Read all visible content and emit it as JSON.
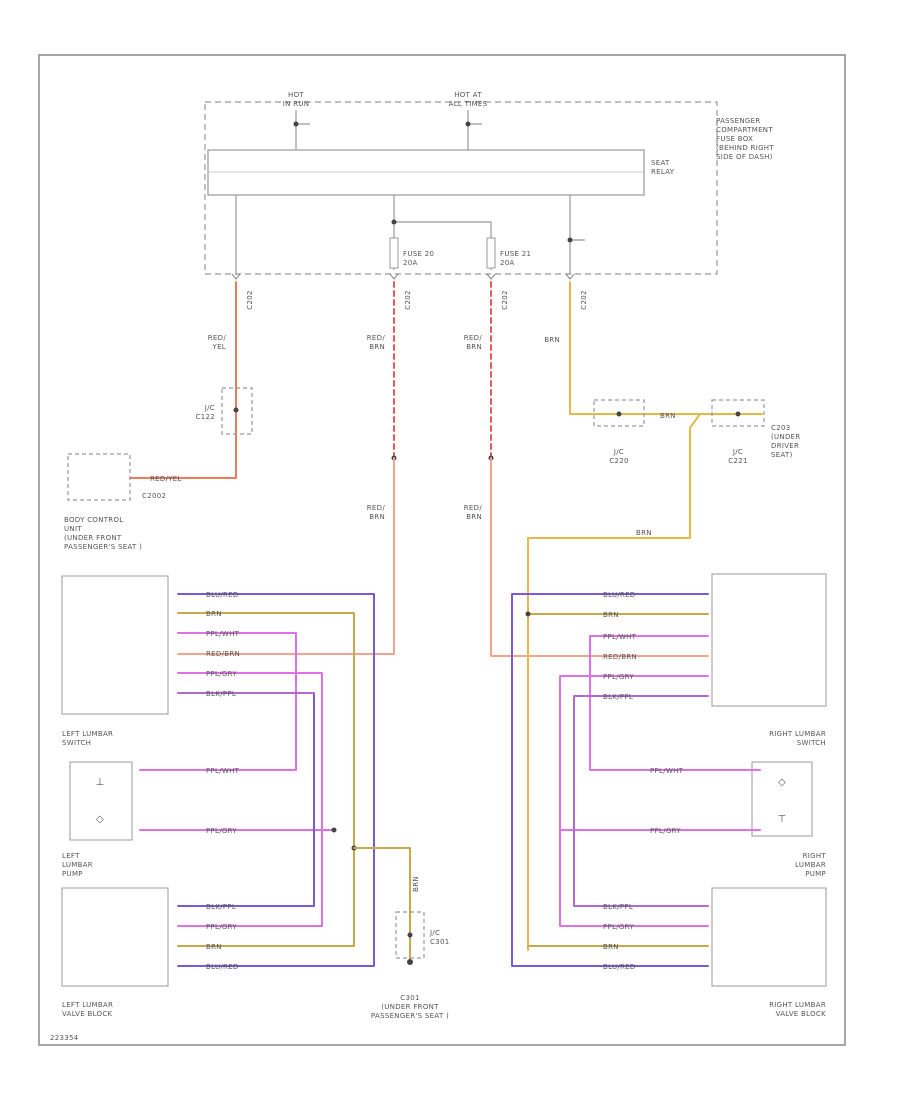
{
  "colors": {
    "red_yel": "#f07a5a",
    "red_brn": "#f4a38f",
    "red_brn_dash": "#e85a5a",
    "brn": "#c8a84a",
    "yellow": "#e6b84a",
    "violet": "#e070e8",
    "blue": "#7a5ad8",
    "grey": "#9a9a9a",
    "frame": "#888888"
  },
  "labels": {
    "hot_run": [
      "HOT",
      "IN RUN"
    ],
    "hot_all": [
      "HOT AT",
      "ALL TIMES"
    ],
    "fuse_box": [
      "PASSENGER",
      "COMPARTMENT",
      "FUSE BOX",
      "(BEHIND RIGHT",
      "SIDE OF DASH)"
    ],
    "seat_relay": [
      "SEAT",
      "RELAY"
    ],
    "fuse_20": [
      "FUSE 20",
      "20A"
    ],
    "fuse_21": [
      "FUSE 21",
      "20A"
    ],
    "c_left": "C202",
    "c_mid1": "C202",
    "c_mid2": "C202",
    "c_right": "C202",
    "w_red_yel": [
      "RED/",
      "YEL"
    ],
    "w_red_brn": [
      "RED/",
      "BRN"
    ],
    "w_brn": "BRN",
    "jc_c122": [
      "J/C",
      "C122"
    ],
    "jc_c220": [
      "J/C",
      "C220"
    ],
    "jc_c221": [
      "J/C",
      "C221"
    ],
    "c203": [
      "C203",
      "(UNDER",
      "DRIVER",
      "SEAT)"
    ],
    "bcu_wire": "RED/YEL",
    "c202_bcu": "C2002",
    "bcu": [
      "BODY CONTROL",
      "UNIT",
      "(UNDER FRONT",
      "PASSENGER'S SEAT )"
    ],
    "switch_wires": [
      "BLU/RED",
      "BRN",
      "PPL/WHT",
      "RED/BRN",
      "PPL/GRY",
      "BLK/PPL"
    ],
    "pump_wires": [
      "PPL/WHT",
      "PPL/GRY"
    ],
    "valve_wires": [
      "BLK/PPL",
      "PPL/GRY",
      "BRN",
      "BLU/RED"
    ],
    "left_switch": [
      "LEFT LUMBAR",
      "SWITCH"
    ],
    "left_pump": [
      "LEFT",
      "LUMBAR",
      "PUMP"
    ],
    "left_valve": [
      "LEFT LUMBAR",
      "VALVE BLOCK"
    ],
    "right_switch": [
      "RIGHT LUMBAR",
      "SWITCH"
    ],
    "right_pump": [
      "RIGHT",
      "LUMBAR",
      "PUMP"
    ],
    "right_valve": [
      "RIGHT LUMBAR",
      "VALVE BLOCK"
    ],
    "jc_c301": [
      "J/C",
      "C301"
    ],
    "c301": [
      "C301",
      "(UNDER FRONT",
      "PASSENGER'S SEAT )"
    ],
    "figure_id": "223354"
  }
}
